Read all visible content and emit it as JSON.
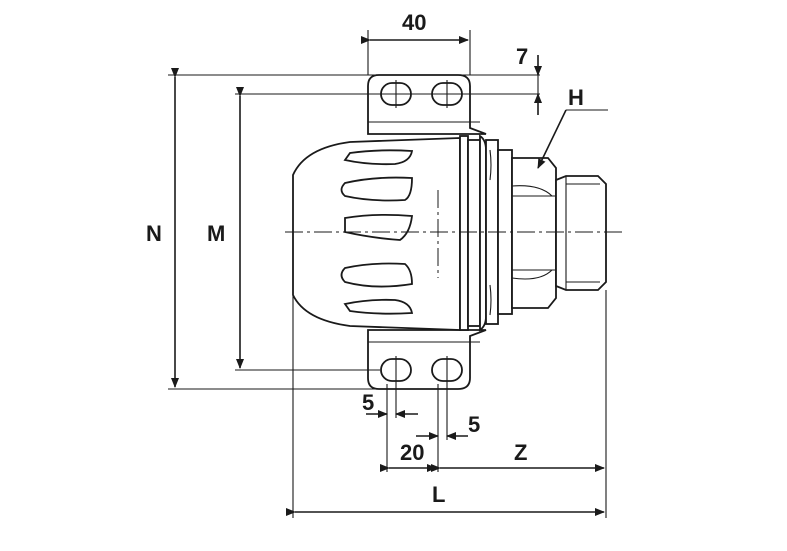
{
  "diagram": {
    "dimensions": {
      "width_top": "40",
      "slot_offset": "7",
      "hex": "H",
      "overall_height": "N",
      "mounting_height": "M",
      "slot_left": "5",
      "slot_right": "5",
      "slot_spacing": "20",
      "thread_length": "Z",
      "overall_length": "L"
    },
    "colors": {
      "line": "#1a1a1a",
      "background": "#ffffff"
    }
  }
}
